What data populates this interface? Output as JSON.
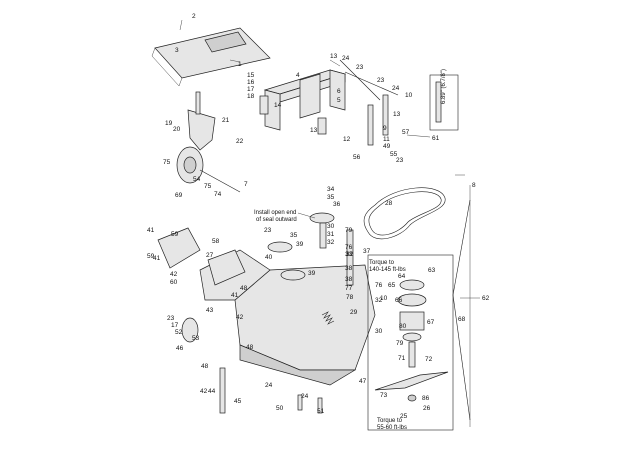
{
  "notes": {
    "seal_note_1": "Install open end",
    "seal_note_2": "of seal outward",
    "torque_top_1": "Torque to",
    "torque_top_2": "140-145 ft-lbs",
    "torque_bottom_1": "Torque to",
    "torque_bottom_2": "55-60 ft-lbs",
    "blade_spec": "6.89\" (6.7/8\")"
  },
  "callouts": [
    "2",
    "3",
    "1",
    "13",
    "24",
    "23",
    "4",
    "15",
    "16",
    "17",
    "18",
    "14",
    "23",
    "24",
    "10",
    "13",
    "6",
    "5",
    "19",
    "20",
    "21",
    "9",
    "11",
    "49",
    "12",
    "57",
    "61",
    "22",
    "13",
    "55",
    "56",
    "23",
    "54",
    "75",
    "75",
    "74",
    "69",
    "7",
    "34",
    "35",
    "36",
    "28",
    "30",
    "79",
    "31",
    "32",
    "37",
    "33",
    "76",
    "39",
    "23",
    "35",
    "39",
    "38",
    "38",
    "77",
    "78",
    "62",
    "63",
    "64",
    "65",
    "68",
    "66",
    "67",
    "80",
    "71",
    "72",
    "73",
    "86",
    "25",
    "26",
    "58",
    "59",
    "41",
    "59",
    "42",
    "60",
    "27",
    "40",
    "29",
    "48",
    "43",
    "53",
    "47",
    "46",
    "45",
    "44",
    "51",
    "50",
    "24",
    "17",
    "23",
    "52",
    "41",
    "41",
    "76",
    "32",
    "30",
    "79",
    "10",
    "42",
    "48",
    "42",
    "48",
    "24",
    "32",
    "8"
  ]
}
